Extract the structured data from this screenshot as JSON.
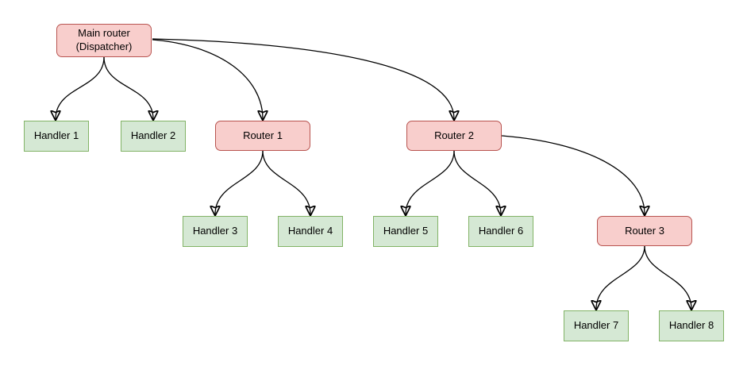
{
  "diagram": {
    "nodes": {
      "main_router": {
        "label": "Main router\n(Dispatcher)",
        "type": "router"
      },
      "router_1": {
        "label": "Router 1",
        "type": "router"
      },
      "router_2": {
        "label": "Router 2",
        "type": "router"
      },
      "router_3": {
        "label": "Router 3",
        "type": "router"
      },
      "handler_1": {
        "label": "Handler 1",
        "type": "handler"
      },
      "handler_2": {
        "label": "Handler 2",
        "type": "handler"
      },
      "handler_3": {
        "label": "Handler 3",
        "type": "handler"
      },
      "handler_4": {
        "label": "Handler 4",
        "type": "handler"
      },
      "handler_5": {
        "label": "Handler 5",
        "type": "handler"
      },
      "handler_6": {
        "label": "Handler 6",
        "type": "handler"
      },
      "handler_7": {
        "label": "Handler 7",
        "type": "handler"
      },
      "handler_8": {
        "label": "Handler 8",
        "type": "handler"
      }
    },
    "edges": [
      {
        "from": "main_router",
        "to": "handler_1"
      },
      {
        "from": "main_router",
        "to": "handler_2"
      },
      {
        "from": "main_router",
        "to": "router_1"
      },
      {
        "from": "main_router",
        "to": "router_2"
      },
      {
        "from": "router_1",
        "to": "handler_3"
      },
      {
        "from": "router_1",
        "to": "handler_4"
      },
      {
        "from": "router_2",
        "to": "handler_5"
      },
      {
        "from": "router_2",
        "to": "handler_6"
      },
      {
        "from": "router_2",
        "to": "router_3"
      },
      {
        "from": "router_3",
        "to": "handler_7"
      },
      {
        "from": "router_3",
        "to": "handler_8"
      }
    ],
    "colors": {
      "router_fill": "#f8cecc",
      "router_border": "#b85450",
      "handler_fill": "#d5e8d4",
      "handler_border": "#82b366",
      "edge": "#000000",
      "background": "#ffffff"
    }
  }
}
